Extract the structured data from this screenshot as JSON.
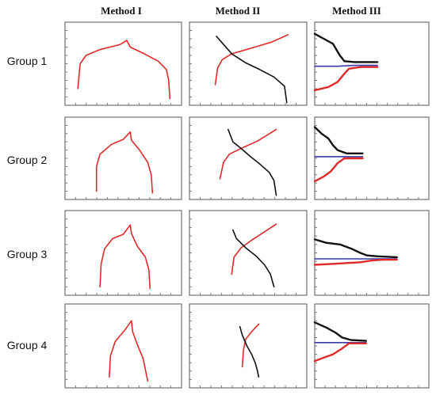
{
  "columns": [
    "Method I",
    "Method II",
    "Method III"
  ],
  "rows": [
    "Group 1",
    "Group 2",
    "Group 3",
    "Group 4"
  ],
  "colors": {
    "red": "#e02a2a",
    "black": "#111111",
    "blue": "#3a3aa8",
    "frame": "#555555"
  },
  "chart_data": {
    "type": "line",
    "title": "",
    "xlabel": "",
    "ylabel": "",
    "xlim": [
      0,
      1
    ],
    "ylim": [
      0,
      1
    ],
    "grid": false,
    "panels": [
      {
        "column": "Method I",
        "row": "Group 1",
        "series": [
          {
            "color": "red",
            "points": [
              [
                0.11,
                0.2
              ],
              [
                0.13,
                0.5
              ],
              [
                0.18,
                0.6
              ],
              [
                0.3,
                0.67
              ],
              [
                0.47,
                0.73
              ],
              [
                0.53,
                0.78
              ],
              [
                0.56,
                0.7
              ],
              [
                0.68,
                0.62
              ],
              [
                0.8,
                0.53
              ],
              [
                0.87,
                0.43
              ],
              [
                0.89,
                0.3
              ],
              [
                0.9,
                0.08
              ]
            ]
          }
        ]
      },
      {
        "column": "Method I",
        "row": "Group 2",
        "series": [
          {
            "color": "red",
            "points": [
              [
                0.27,
                0.1
              ],
              [
                0.27,
                0.4
              ],
              [
                0.3,
                0.55
              ],
              [
                0.4,
                0.67
              ],
              [
                0.5,
                0.73
              ],
              [
                0.56,
                0.82
              ],
              [
                0.57,
                0.72
              ],
              [
                0.64,
                0.6
              ],
              [
                0.71,
                0.45
              ],
              [
                0.74,
                0.3
              ],
              [
                0.75,
                0.08
              ]
            ]
          }
        ]
      },
      {
        "column": "Method I",
        "row": "Group 3",
        "series": [
          {
            "color": "red",
            "points": [
              [
                0.3,
                0.1
              ],
              [
                0.31,
                0.37
              ],
              [
                0.34,
                0.55
              ],
              [
                0.41,
                0.67
              ],
              [
                0.5,
                0.72
              ],
              [
                0.56,
                0.83
              ],
              [
                0.57,
                0.73
              ],
              [
                0.62,
                0.58
              ],
              [
                0.69,
                0.45
              ],
              [
                0.72,
                0.3
              ],
              [
                0.73,
                0.08
              ]
            ]
          }
        ]
      },
      {
        "column": "Method I",
        "row": "Group 4",
        "series": [
          {
            "color": "red",
            "points": [
              [
                0.38,
                0.13
              ],
              [
                0.39,
                0.38
              ],
              [
                0.43,
                0.55
              ],
              [
                0.52,
                0.7
              ],
              [
                0.57,
                0.8
              ],
              [
                0.58,
                0.67
              ],
              [
                0.62,
                0.52
              ],
              [
                0.67,
                0.35
              ],
              [
                0.71,
                0.08
              ]
            ]
          }
        ]
      },
      {
        "column": "Method II",
        "row": "Group 1",
        "series": [
          {
            "color": "red",
            "points": [
              [
                0.22,
                0.25
              ],
              [
                0.24,
                0.45
              ],
              [
                0.28,
                0.55
              ],
              [
                0.36,
                0.62
              ],
              [
                0.46,
                0.66
              ],
              [
                0.58,
                0.71
              ],
              [
                0.7,
                0.76
              ],
              [
                0.78,
                0.81
              ],
              [
                0.84,
                0.85
              ]
            ]
          },
          {
            "color": "black",
            "points": [
              [
                0.23,
                0.83
              ],
              [
                0.28,
                0.75
              ],
              [
                0.36,
                0.62
              ],
              [
                0.48,
                0.51
              ],
              [
                0.6,
                0.43
              ],
              [
                0.72,
                0.34
              ],
              [
                0.81,
                0.23
              ],
              [
                0.83,
                0.03
              ]
            ]
          }
        ]
      },
      {
        "column": "Method II",
        "row": "Group 2",
        "series": [
          {
            "color": "red",
            "points": [
              [
                0.26,
                0.25
              ],
              [
                0.29,
                0.45
              ],
              [
                0.34,
                0.55
              ],
              [
                0.44,
                0.62
              ],
              [
                0.58,
                0.71
              ],
              [
                0.74,
                0.85
              ]
            ]
          },
          {
            "color": "black",
            "points": [
              [
                0.33,
                0.85
              ],
              [
                0.37,
                0.7
              ],
              [
                0.44,
                0.62
              ],
              [
                0.52,
                0.52
              ],
              [
                0.6,
                0.43
              ],
              [
                0.68,
                0.33
              ],
              [
                0.72,
                0.23
              ],
              [
                0.74,
                0.05
              ]
            ]
          }
        ]
      },
      {
        "column": "Method II",
        "row": "Group 3",
        "series": [
          {
            "color": "red",
            "points": [
              [
                0.36,
                0.25
              ],
              [
                0.38,
                0.45
              ],
              [
                0.44,
                0.56
              ],
              [
                0.54,
                0.66
              ],
              [
                0.64,
                0.75
              ],
              [
                0.74,
                0.84
              ]
            ]
          },
          {
            "color": "black",
            "points": [
              [
                0.37,
                0.77
              ],
              [
                0.4,
                0.67
              ],
              [
                0.48,
                0.56
              ],
              [
                0.57,
                0.46
              ],
              [
                0.64,
                0.36
              ],
              [
                0.69,
                0.25
              ],
              [
                0.72,
                0.1
              ]
            ]
          }
        ]
      },
      {
        "column": "Method II",
        "row": "Group 4",
        "series": [
          {
            "color": "red",
            "points": [
              [
                0.45,
                0.25
              ],
              [
                0.46,
                0.45
              ],
              [
                0.48,
                0.58
              ],
              [
                0.53,
                0.67
              ],
              [
                0.59,
                0.76
              ]
            ]
          },
          {
            "color": "black",
            "points": [
              [
                0.43,
                0.73
              ],
              [
                0.45,
                0.63
              ],
              [
                0.49,
                0.5
              ],
              [
                0.53,
                0.4
              ],
              [
                0.56,
                0.3
              ],
              [
                0.58,
                0.2
              ],
              [
                0.59,
                0.13
              ]
            ]
          }
        ]
      },
      {
        "column": "Method III",
        "row": "Group 1",
        "series": [
          {
            "color": "black",
            "points": [
              [
                0.0,
                0.86
              ],
              [
                0.08,
                0.8
              ],
              [
                0.16,
                0.74
              ],
              [
                0.22,
                0.6
              ],
              [
                0.26,
                0.53
              ],
              [
                0.35,
                0.52
              ],
              [
                0.5,
                0.52
              ],
              [
                0.55,
                0.52
              ]
            ]
          },
          {
            "color": "blue",
            "points": [
              [
                0.0,
                0.47
              ],
              [
                0.2,
                0.47
              ],
              [
                0.35,
                0.48
              ],
              [
                0.55,
                0.48
              ]
            ]
          },
          {
            "color": "red",
            "points": [
              [
                0.0,
                0.18
              ],
              [
                0.12,
                0.22
              ],
              [
                0.2,
                0.28
              ],
              [
                0.26,
                0.38
              ],
              [
                0.3,
                0.44
              ],
              [
                0.4,
                0.46
              ],
              [
                0.55,
                0.46
              ]
            ]
          }
        ]
      },
      {
        "column": "Method III",
        "row": "Group 2",
        "series": [
          {
            "color": "black",
            "points": [
              [
                0.0,
                0.88
              ],
              [
                0.06,
                0.8
              ],
              [
                0.12,
                0.74
              ],
              [
                0.16,
                0.66
              ],
              [
                0.2,
                0.6
              ],
              [
                0.28,
                0.56
              ],
              [
                0.42,
                0.56
              ]
            ]
          },
          {
            "color": "blue",
            "points": [
              [
                0.0,
                0.52
              ],
              [
                0.2,
                0.52
              ],
              [
                0.42,
                0.52
              ]
            ]
          },
          {
            "color": "red",
            "points": [
              [
                0.0,
                0.22
              ],
              [
                0.08,
                0.28
              ],
              [
                0.14,
                0.34
              ],
              [
                0.2,
                0.44
              ],
              [
                0.26,
                0.5
              ],
              [
                0.42,
                0.5
              ]
            ]
          }
        ]
      },
      {
        "column": "Method III",
        "row": "Group 3",
        "series": [
          {
            "color": "black",
            "points": [
              [
                0.0,
                0.66
              ],
              [
                0.1,
                0.62
              ],
              [
                0.22,
                0.6
              ],
              [
                0.32,
                0.55
              ],
              [
                0.4,
                0.5
              ],
              [
                0.46,
                0.47
              ],
              [
                0.55,
                0.46
              ],
              [
                0.72,
                0.45
              ]
            ]
          },
          {
            "color": "blue",
            "points": [
              [
                0.0,
                0.43
              ],
              [
                0.3,
                0.43
              ],
              [
                0.55,
                0.43
              ],
              [
                0.72,
                0.43
              ]
            ]
          },
          {
            "color": "red",
            "points": [
              [
                0.0,
                0.36
              ],
              [
                0.15,
                0.37
              ],
              [
                0.28,
                0.38
              ],
              [
                0.4,
                0.39
              ],
              [
                0.5,
                0.41
              ],
              [
                0.6,
                0.42
              ],
              [
                0.72,
                0.42
              ]
            ]
          }
        ]
      },
      {
        "column": "Method III",
        "row": "Group 4",
        "series": [
          {
            "color": "black",
            "points": [
              [
                0.0,
                0.78
              ],
              [
                0.1,
                0.72
              ],
              [
                0.18,
                0.66
              ],
              [
                0.24,
                0.6
              ],
              [
                0.32,
                0.57
              ],
              [
                0.45,
                0.56
              ]
            ]
          },
          {
            "color": "blue",
            "points": [
              [
                0.0,
                0.54
              ],
              [
                0.2,
                0.54
              ],
              [
                0.45,
                0.54
              ]
            ]
          },
          {
            "color": "red",
            "points": [
              [
                0.0,
                0.32
              ],
              [
                0.08,
                0.36
              ],
              [
                0.16,
                0.4
              ],
              [
                0.24,
                0.47
              ],
              [
                0.3,
                0.53
              ],
              [
                0.45,
                0.53
              ]
            ]
          }
        ]
      }
    ]
  }
}
